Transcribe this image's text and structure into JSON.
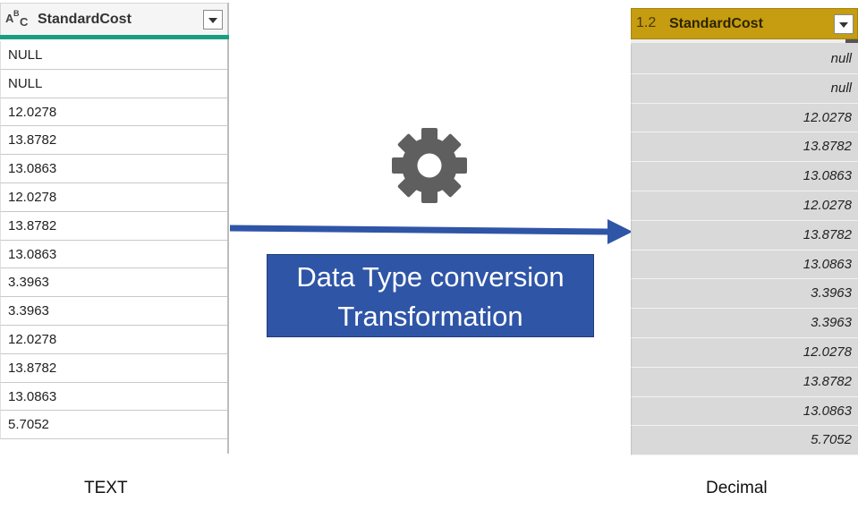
{
  "left_column": {
    "type_icon": "ABC-text-type-icon",
    "header": "StandardCost",
    "accent_color": "#1a9e83",
    "rows": [
      "NULL",
      "NULL",
      "12.0278",
      "13.8782",
      "13.0863",
      "12.0278",
      "13.8782",
      "13.0863",
      "3.3963",
      "3.3963",
      "12.0278",
      "13.8782",
      "13.0863",
      "5.7052"
    ],
    "caption": "TEXT"
  },
  "right_column": {
    "type_icon_text": "1.2",
    "header": "StandardCost",
    "header_color": "#c69c10",
    "rows": [
      "null",
      "null",
      "12.0278",
      "13.8782",
      "13.0863",
      "12.0278",
      "13.8782",
      "13.0863",
      "3.3963",
      "3.3963",
      "12.0278",
      "13.8782",
      "13.0863",
      "5.7052"
    ],
    "caption": "Decimal"
  },
  "transformation": {
    "icon": "gear-icon",
    "line1": "Data Type conversion",
    "line2": "Transformation",
    "box_color": "#2f55a7",
    "arrow_color": "#2f55a7"
  }
}
